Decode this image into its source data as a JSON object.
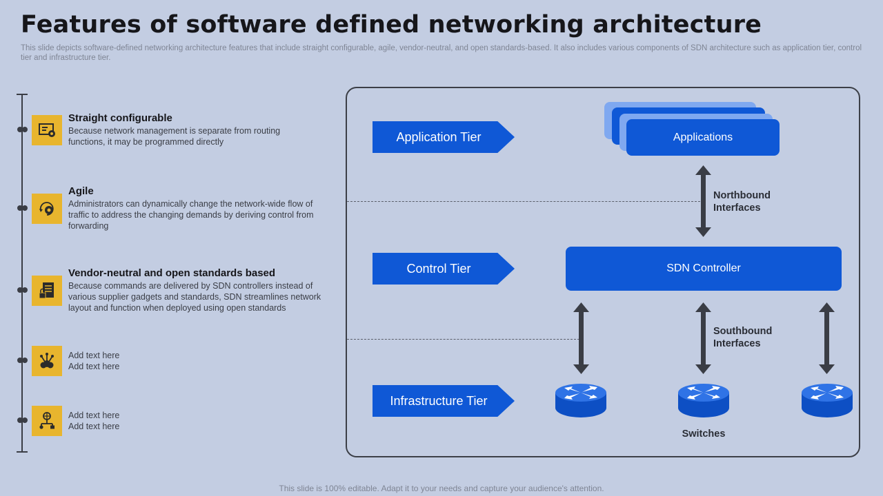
{
  "header": {
    "title": "Features of software defined networking architecture",
    "subtitle": "This slide depicts software-defined networking architecture features that include straight configurable, agile, vendor-neutral, and open standards-based. It also includes various components of SDN architecture such as application tier, control tier and infrastructure tier."
  },
  "features": [
    {
      "icon": "settings-screen-icon",
      "title": "Straight configurable",
      "desc": "Because network management is separate from routing functions, it may be programmed  directly"
    },
    {
      "icon": "agile-gear-icon",
      "title": "Agile",
      "desc": "Administrators can dynamically change the network-wide  flow of traffic to address the changing demands by deriving  control from forwarding"
    },
    {
      "icon": "server-lock-icon",
      "title": "Vendor-neutral and open standards based",
      "desc": "Because commands are delivered  by SDN controllers instead of various  supplier gadgets and standards, SDN streamlines network layout and function when deployed using open standards"
    },
    {
      "icon": "network-hub-icon",
      "title": "",
      "desc": "Add text here\nAdd text here"
    },
    {
      "icon": "globe-network-icon",
      "title": "",
      "desc": "Add text here\nAdd text here"
    }
  ],
  "architecture": {
    "tiers": {
      "application": "Application Tier",
      "control": "Control Tier",
      "infrastructure": "Infrastructure Tier"
    },
    "applications_label": "Applications",
    "controller_label": "SDN Controller",
    "northbound_label": "Northbound\nInterfaces",
    "southbound_label": "Southbound\nInterfaces",
    "switches_label": "Switches"
  },
  "colors": {
    "background": "#c3cde2",
    "accent_blue": "#0f58d6",
    "light_blue": "#7fa8f0",
    "icon_yellow": "#e8b52e",
    "dark": "#3a3d45"
  },
  "footer": {
    "text": "This slide is 100% editable. Adapt it to your needs and capture your audience's attention."
  }
}
